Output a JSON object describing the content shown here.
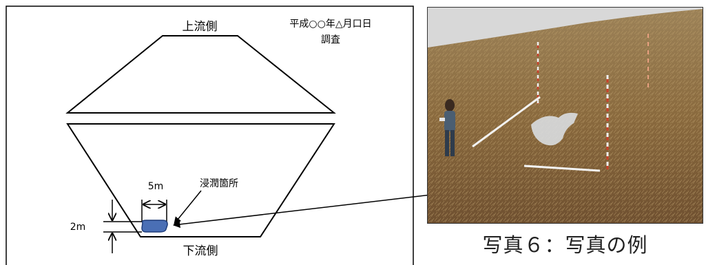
{
  "diagram": {
    "upstream_label": "上流側",
    "downstream_label": "下流側",
    "survey_date": "平成○○年△月口日",
    "survey_label": "調査",
    "width_dim": "5m",
    "height_dim": "2m",
    "seepage_label": "浸潤箇所"
  },
  "photo": {
    "caption": "写真６：写真の例"
  },
  "colors": {
    "seepage_fill": "#4a6fb5",
    "seepage_stroke": "#1f3d7a",
    "grass": "#8a6a3e",
    "sky": "#d8d8d8"
  }
}
